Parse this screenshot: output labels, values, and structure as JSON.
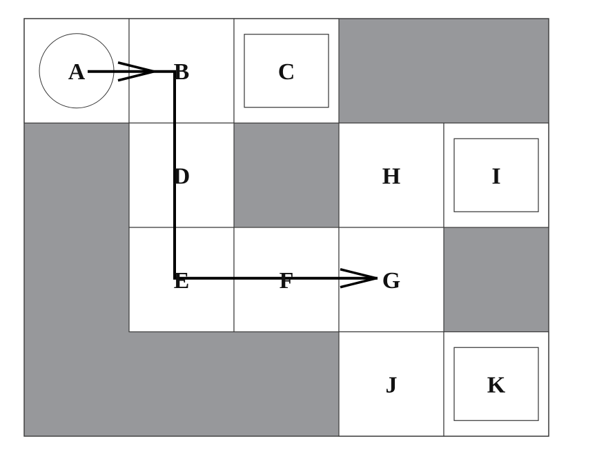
{
  "colors": {
    "wall": "#97989b",
    "open": "#ffffff",
    "border": "#3a3a3a",
    "path": "#000000"
  },
  "grid": {
    "rows": 4,
    "cols": 5,
    "walls": [
      [
        0,
        3
      ],
      [
        0,
        4
      ],
      [
        1,
        0
      ],
      [
        1,
        2
      ],
      [
        2,
        0
      ],
      [
        2,
        4
      ],
      [
        3,
        0
      ],
      [
        3,
        1
      ],
      [
        3,
        2
      ]
    ],
    "cells": [
      {
        "id": "A",
        "label": "A",
        "row": 0,
        "col": 0,
        "marker": "circle"
      },
      {
        "id": "B",
        "label": "B",
        "row": 0,
        "col": 1,
        "marker": "none"
      },
      {
        "id": "C",
        "label": "C",
        "row": 0,
        "col": 2,
        "marker": "square"
      },
      {
        "id": "D",
        "label": "D",
        "row": 1,
        "col": 1,
        "marker": "none"
      },
      {
        "id": "H",
        "label": "H",
        "row": 1,
        "col": 3,
        "marker": "none"
      },
      {
        "id": "I",
        "label": "I",
        "row": 1,
        "col": 4,
        "marker": "square"
      },
      {
        "id": "E",
        "label": "E",
        "row": 2,
        "col": 1,
        "marker": "none"
      },
      {
        "id": "F",
        "label": "F",
        "row": 2,
        "col": 2,
        "marker": "none"
      },
      {
        "id": "G",
        "label": "G",
        "row": 2,
        "col": 3,
        "marker": "none"
      },
      {
        "id": "J",
        "label": "J",
        "row": 3,
        "col": 3,
        "marker": "none"
      },
      {
        "id": "K",
        "label": "K",
        "row": 3,
        "col": 4,
        "marker": "square"
      }
    ]
  },
  "path": [
    "A",
    "B",
    "D",
    "E",
    "F",
    "G"
  ]
}
